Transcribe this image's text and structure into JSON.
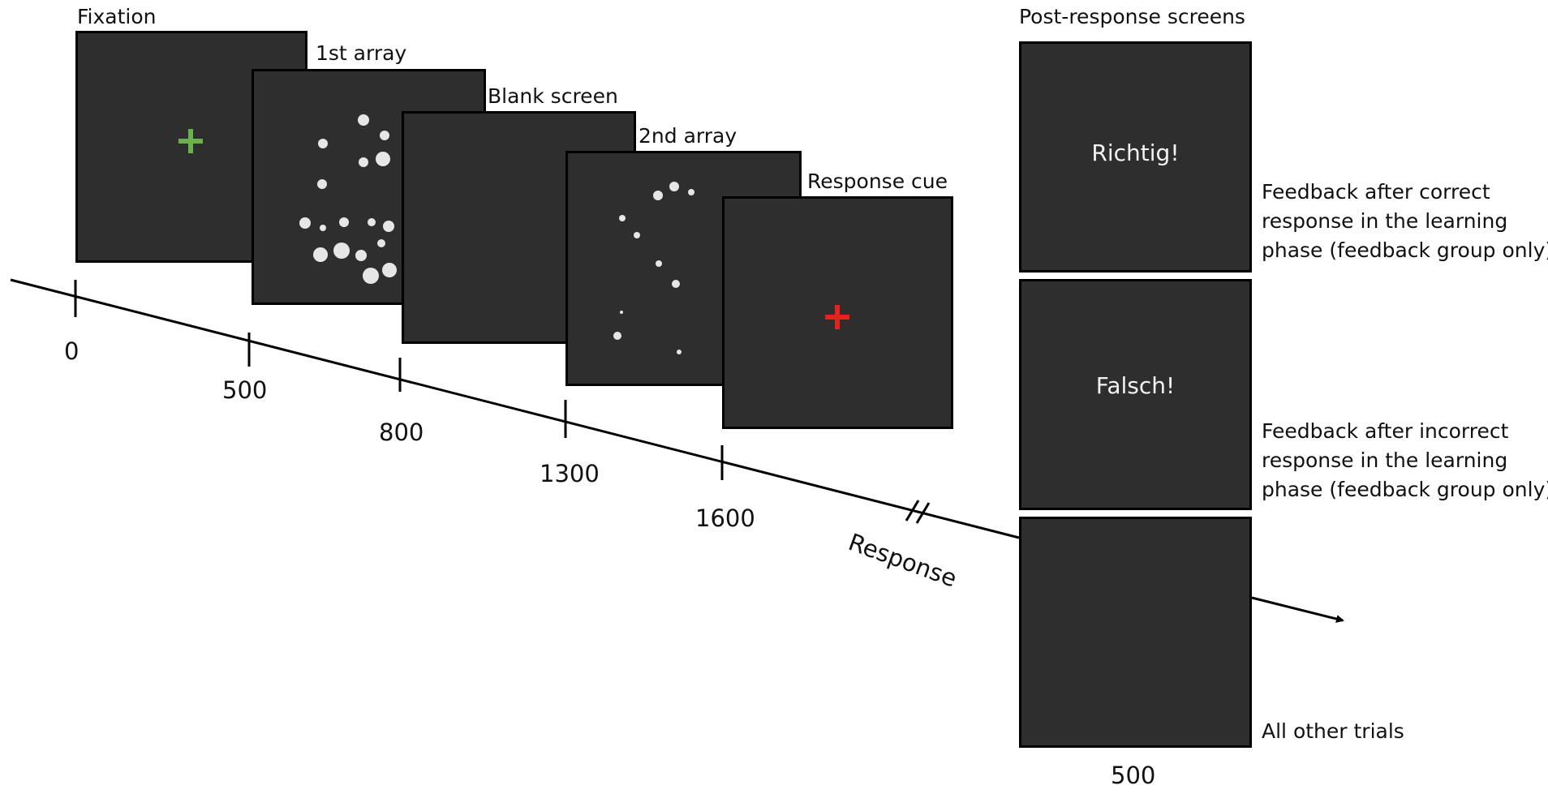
{
  "labels": {
    "fixation": "Fixation",
    "first_array": "1st array",
    "blank_screen": "Blank screen",
    "second_array": "2nd array",
    "response_cue": "Response cue",
    "post_response": "Post-response screens"
  },
  "timeline": {
    "ticks": [
      "0",
      "500",
      "800",
      "1300",
      "1600"
    ],
    "response_label": "Response",
    "post_duration": "500"
  },
  "post_screens": [
    {
      "screen_text": "Richtig!",
      "caption": [
        "Feedback after correct",
        "response in the learning",
        "phase (feedback group only)"
      ]
    },
    {
      "screen_text": "Falsch!",
      "caption": [
        "Feedback after incorrect",
        "response in the learning",
        "phase (feedback group only)"
      ]
    },
    {
      "screen_text": "",
      "caption": [
        "All other trials"
      ]
    }
  ],
  "colors": {
    "screen_bg": "#2e2e2e",
    "fixation_cross": "#6ab04c",
    "response_cross": "#e8211d",
    "dots": "#e6e6e6"
  }
}
